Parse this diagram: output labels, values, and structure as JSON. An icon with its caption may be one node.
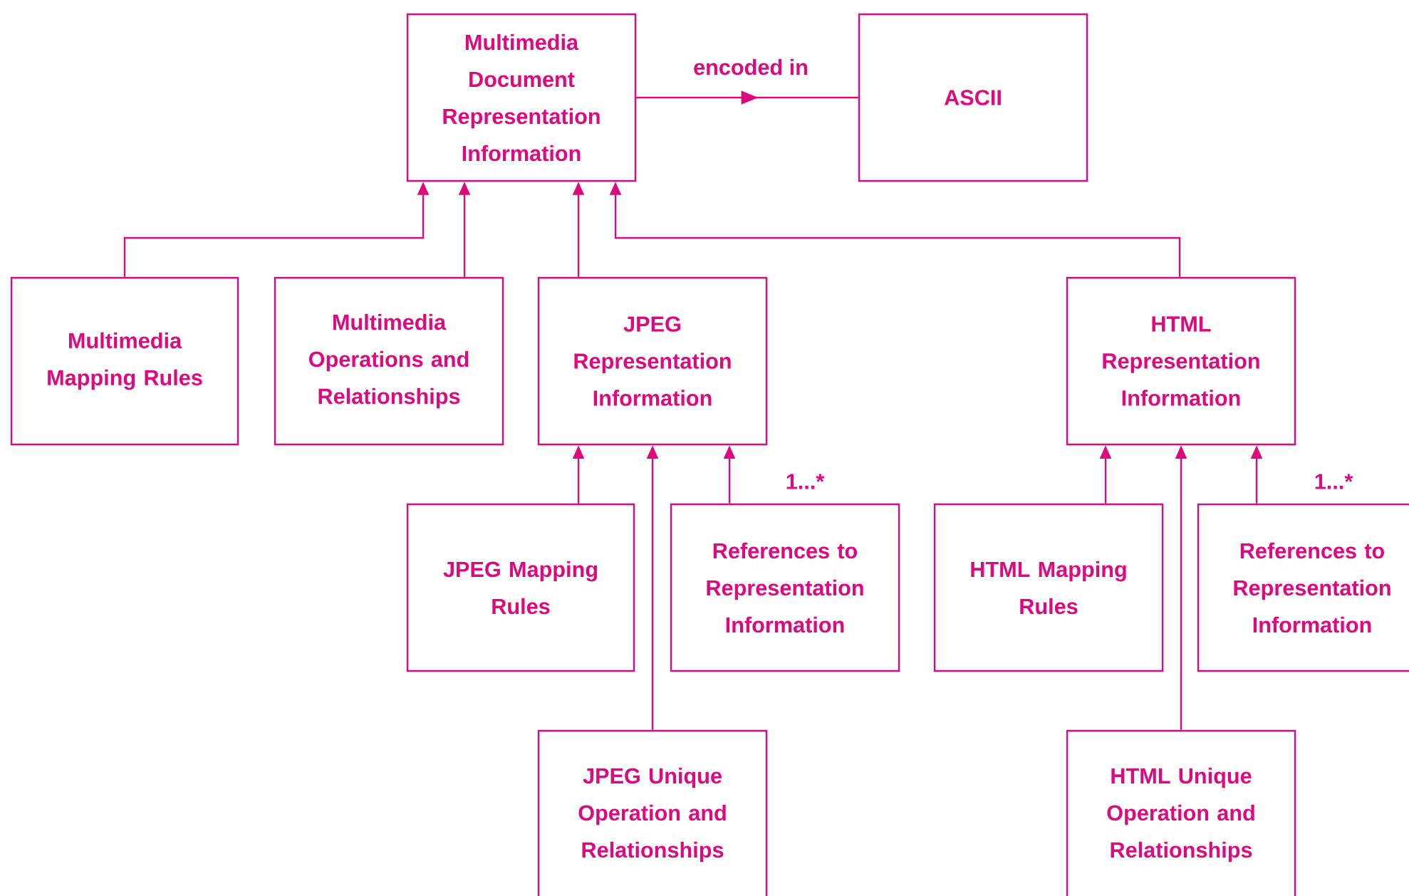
{
  "diagram": {
    "nodes": [
      {
        "text": [
          "Multimedia Document Representation Information"
        ]
      },
      {
        "text": [
          "ASCII"
        ]
      },
      {
        "text": [
          "Multimedia Mapping Rules"
        ]
      },
      {
        "text": [
          "Multimedia Operations and Relationships"
        ]
      },
      {
        "text": [
          "JPEG Representation Information"
        ]
      },
      {
        "text": [
          "HTML Representation Information"
        ]
      },
      {
        "text": [
          "JPEG Mapping Rules"
        ]
      },
      {
        "text": [
          "References to Representation Information"
        ]
      },
      {
        "text": [
          "HTML Mapping Rules"
        ]
      },
      {
        "text": [
          "References to Representation Information"
        ]
      },
      {
        "text": [
          "JPEG Unique Operation and Relationships"
        ]
      },
      {
        "text": [
          "HTML Unique Operation and Relationships"
        ]
      }
    ],
    "edges": [
      {
        "from": 0,
        "to": 1,
        "arrow": "to",
        "label": "encoded in"
      },
      {
        "from": 2,
        "to": 0,
        "arrow": "to"
      },
      {
        "from": 3,
        "to": 0,
        "arrow": "to"
      },
      {
        "from": 4,
        "to": 0,
        "arrow": "to"
      },
      {
        "from": 5,
        "to": 0,
        "arrow": "to"
      },
      {
        "from": 6,
        "to": 4,
        "arrow": "to"
      },
      {
        "from": 10,
        "to": 4,
        "arrow": "to"
      },
      {
        "from": 7,
        "to": 4,
        "arrow": "to",
        "label": "1...*"
      },
      {
        "from": 8,
        "to": 5,
        "arrow": "to"
      },
      {
        "from": 11,
        "to": 5,
        "arrow": "to"
      },
      {
        "from": 9,
        "to": 5,
        "arrow": "to",
        "label": "1...*"
      }
    ]
  }
}
